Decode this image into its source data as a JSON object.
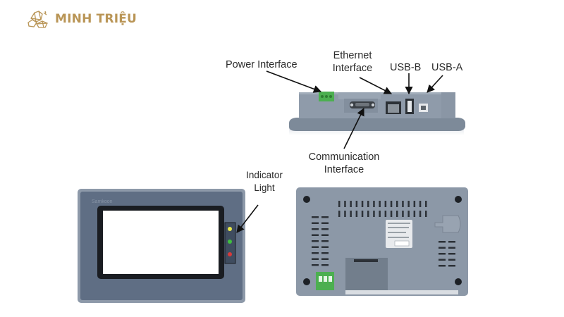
{
  "brand": {
    "name": "MINH TRIỆU",
    "icon": "crystal-logo-icon",
    "color": "#b99556"
  },
  "labels": {
    "power": "Power Interface",
    "ethernet_1": "Ethernet",
    "ethernet_2": "Interface",
    "usb_b": "USB-B",
    "usb_a": "USB-A",
    "comm_1": "Communication",
    "comm_2": "Interface",
    "indicator_1": "Indicator",
    "indicator_2": "Light"
  },
  "colors": {
    "device_body": "#8e9aa8",
    "device_dark": "#6f7b89",
    "bezel": "#5c6b80",
    "terminal_green": "#4caf50",
    "led_yellow": "#e8e84a",
    "led_green": "#3fbf3f",
    "led_red": "#d83a3a"
  }
}
